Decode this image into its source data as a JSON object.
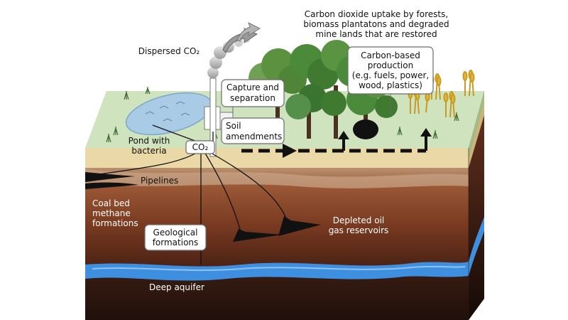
{
  "labels": {
    "uptake_line1": "Carbon dioxide uptake by forests,",
    "uptake_line2": "biomass plantatons and degraded",
    "uptake_line3": "mine lands that are restored",
    "dispersed": "Dispersed CO₂",
    "capture_line1": "Capture and",
    "capture_line2": "separation",
    "soil_line1": "Soil",
    "soil_line2": "amendments",
    "production_line1": "Carbon-based",
    "production_line2": "production",
    "production_line3": "(e.g. fuels, power,",
    "production_line4": "wood, plastics)",
    "pond_line1": "Pond with",
    "pond_line2": "bacteria",
    "co2": "CO₂",
    "pipelines": "Pipelines",
    "coal_line1": "Coal bed",
    "coal_line2": "methane",
    "coal_line3": "formations",
    "geo_line1": "Geological",
    "geo_line2": "formations",
    "depleted_line1": "Depleted oil",
    "depleted_line2": "gas reservoirs",
    "aquifer": "Deep aquifer"
  },
  "colors": {
    "grass": "#cfe3bf",
    "sand": "#ead9a6",
    "soil_top": "#c9a98a",
    "soil_mid": "#8a4b2c",
    "soil_deep": "#5b2a18",
    "bedrock": "#2a1610",
    "aquifer": "#3f8fe0",
    "pond": "#a9cbe6",
    "tree_green": "#4a8a3a",
    "wheat": "#e2b83a"
  }
}
